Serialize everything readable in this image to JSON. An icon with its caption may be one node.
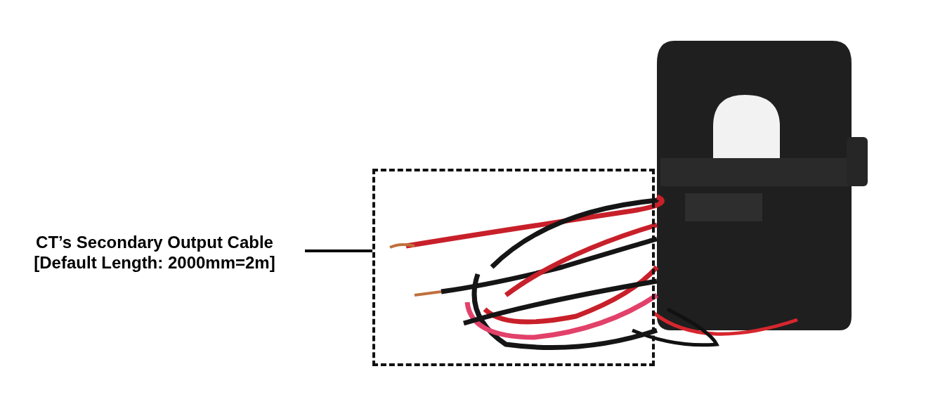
{
  "diagram": {
    "nodes": [
      {
        "text": [
          "CT’s Secondary Output Cable [Default Length: 2000mm=2m]"
        ]
      },
      {
        "text": [],
        "shape": "box"
      }
    ],
    "edges": [
      {
        "from": 0,
        "to": 1,
        "arrow": "none"
      }
    ]
  }
}
